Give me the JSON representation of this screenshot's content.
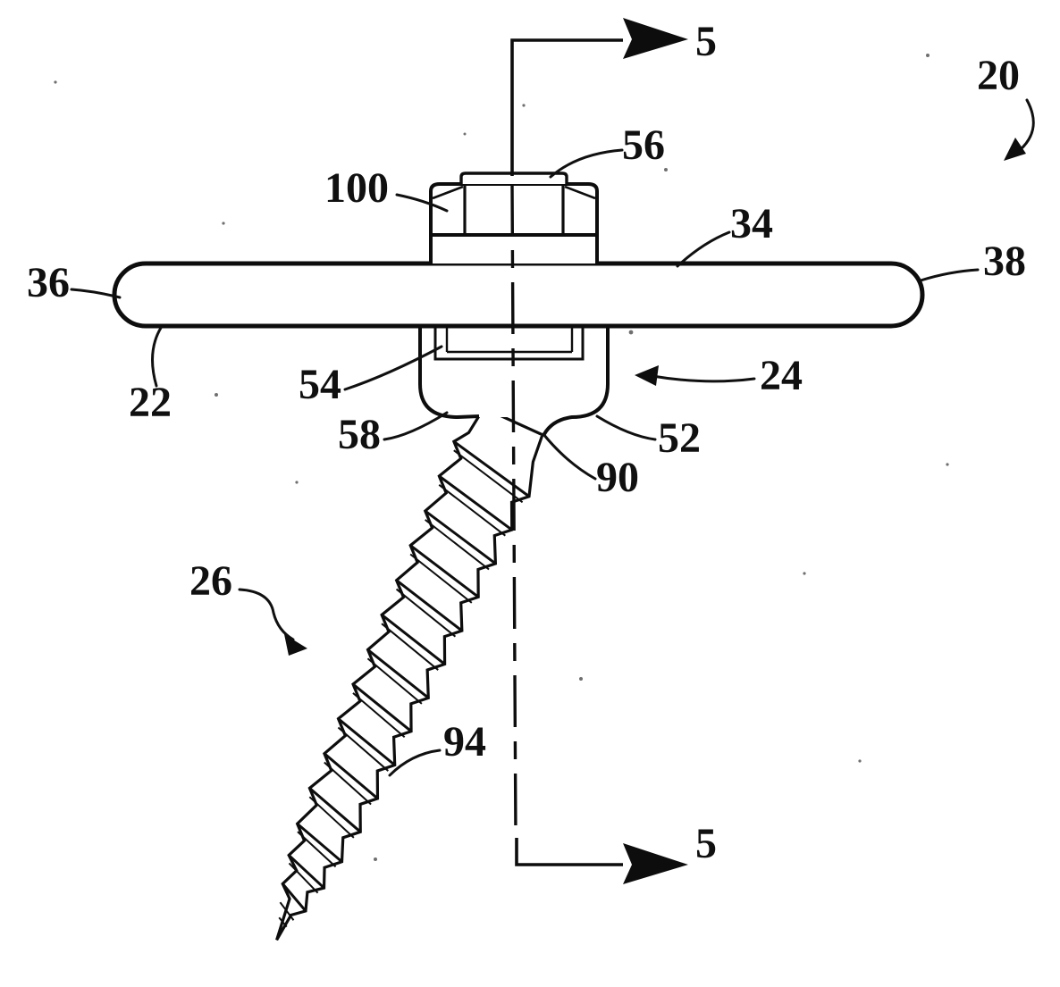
{
  "refs": {
    "five_top": "5",
    "five_bottom": "5",
    "r20": "20",
    "r22": "22",
    "r24": "24",
    "r26": "26",
    "r34": "34",
    "r36": "36",
    "r38": "38",
    "r52": "52",
    "r54": "54",
    "r56": "56",
    "r58": "58",
    "r90": "90",
    "r94": "94",
    "r100": "100"
  }
}
